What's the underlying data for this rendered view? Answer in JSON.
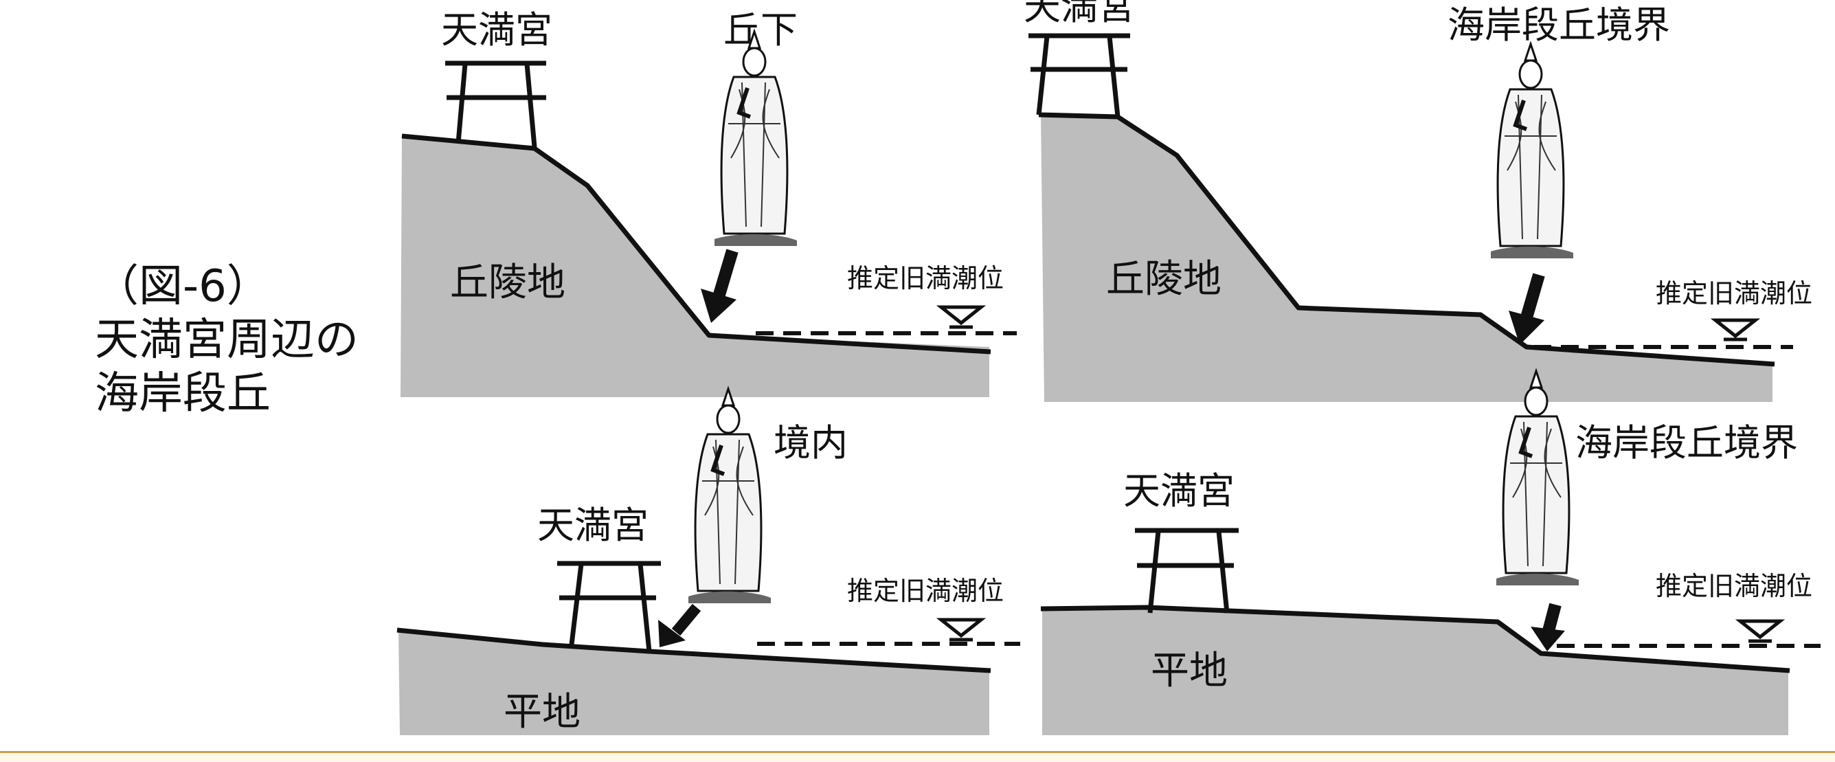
{
  "caption": {
    "line1": "（図-6）",
    "line2": "天満宮周辺の",
    "line3": "海岸段丘"
  },
  "panels": {
    "top_left": {
      "shrine": "天満宮",
      "figure_label": "丘下",
      "ground": "丘陵地",
      "tide": "推定旧満潮位"
    },
    "top_right": {
      "shrine": "天満宮",
      "figure_label": "海岸段丘境界",
      "ground": "丘陵地",
      "tide": "推定旧満潮位"
    },
    "bottom_left": {
      "shrine": "天満宮",
      "figure_label": "境内",
      "ground": "平地",
      "tide": "推定旧満潮位"
    },
    "bottom_right": {
      "shrine": "天満宮",
      "figure_label": "海岸段丘境界",
      "ground": "平地",
      "tide": "推定旧満潮位"
    }
  },
  "colors": {
    "ground_fill": "#bdbdbd",
    "line": "#111111",
    "footer_border": "#c9a24a"
  },
  "icons": [
    "torii-gate-icon",
    "standing-noble-figure-icon",
    "down-arrow-icon",
    "water-level-triangle-icon"
  ]
}
